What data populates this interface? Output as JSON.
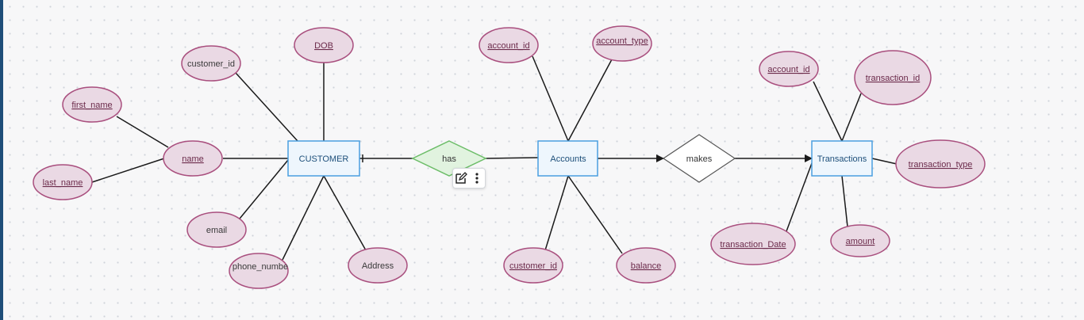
{
  "entities": {
    "customer": "CUSTOMER",
    "accounts": "Accounts",
    "transactions": "Transactions"
  },
  "relationships": {
    "has": "has",
    "makes": "makes"
  },
  "attributes": {
    "customer": {
      "dob": "DOB",
      "customer_id": "customer_id",
      "first_name": "first_name",
      "name": "name",
      "last_name": "last_name",
      "email": "email",
      "phone_number": "phone_numbe",
      "address": "Address"
    },
    "accounts": {
      "account_id": "account_id",
      "account_type": "account_type",
      "customer_id": "customer_id",
      "balance": "balance"
    },
    "transactions": {
      "account_id": "account_id",
      "transaction_id": "transaction_id",
      "transaction_type": "transaction_type",
      "transaction_date": "transaction_Date",
      "amount": "amount"
    }
  },
  "toolbar": {
    "edit_icon": "edit-icon",
    "more_icon": "more-icon"
  },
  "colors": {
    "attribute_fill": "#ead9e4",
    "attribute_stroke": "#a94f7e",
    "entity_fill": "#eef6fd",
    "entity_stroke": "#4a9fe0",
    "relationship_selected_fill": "#e1f3df",
    "relationship_selected_stroke": "#6cbd68"
  }
}
